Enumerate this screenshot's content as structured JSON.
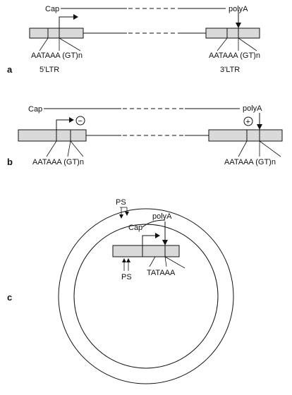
{
  "panel_a": {
    "letter": "a",
    "cap": "Cap",
    "polya": "polyA",
    "left_signal": "AATAAA (GT)n",
    "right_signal": "AATAAA (GT)n",
    "left_ltr": "5'LTR",
    "right_ltr": "3'LTR"
  },
  "panel_b": {
    "letter": "b",
    "cap": "Cap",
    "polya": "polyA",
    "minus": "−",
    "plus": "+",
    "left_signal": "AATAAA (GT)n",
    "right_signal": "AATAAA (GT)n"
  },
  "panel_c": {
    "letter": "c",
    "ps_top": "PS",
    "ps_bottom": "PS",
    "polya": "polyA",
    "cap": "Cap",
    "signal": "TATAAA"
  },
  "colors": {
    "box_fill": "#d9d9d9",
    "ink": "#111111"
  }
}
